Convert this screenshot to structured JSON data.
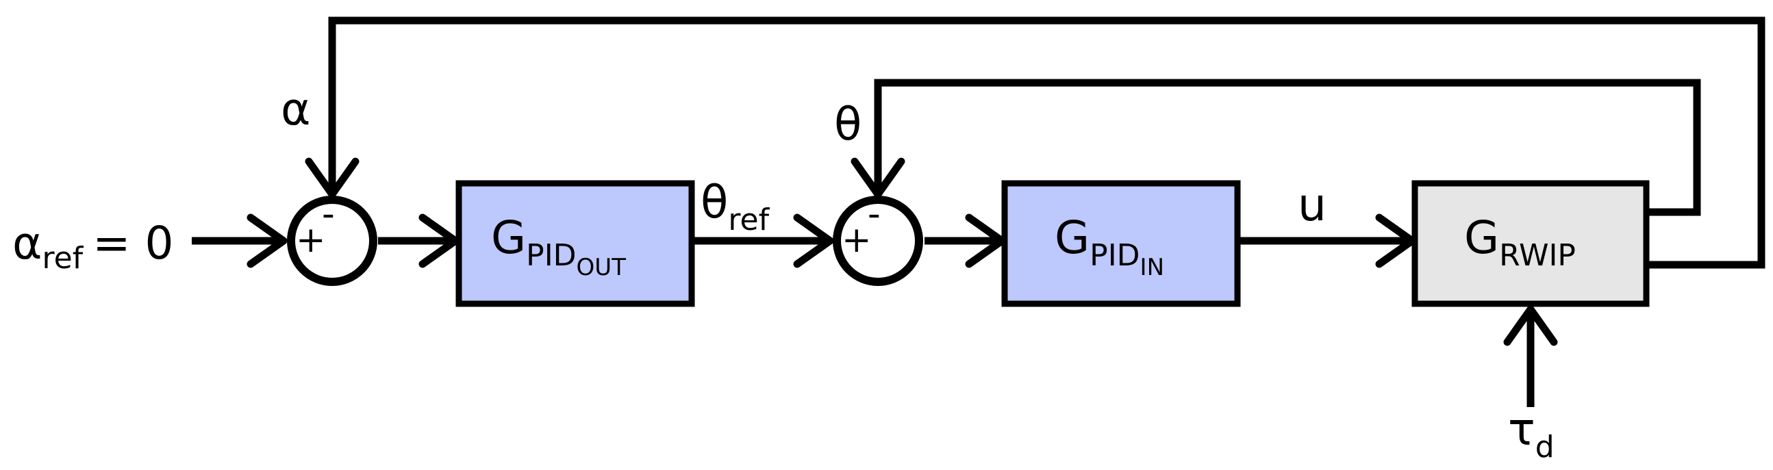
{
  "colors": {
    "pid_block_fill": "#bdc8fd",
    "plant_block_fill": "#e6e6e6",
    "stroke": "#000000"
  },
  "input": {
    "symbol": "α",
    "subscript": "ref",
    "suffix": "= 0"
  },
  "summing_junctions": [
    {
      "plus_sign": "+",
      "minus_sign": "-"
    },
    {
      "plus_sign": "+",
      "minus_sign": "-"
    }
  ],
  "blocks": {
    "pid_out": {
      "main": "G",
      "sub": "PID",
      "subsub": "OUT"
    },
    "pid_in": {
      "main": "G",
      "sub": "PID",
      "subsub": "IN"
    },
    "plant": {
      "main": "G",
      "sub": "RWIP"
    }
  },
  "signals": {
    "theta_ref": {
      "symbol": "θ",
      "subscript": "ref"
    },
    "u": {
      "symbol": "u"
    },
    "alpha_feedback": {
      "symbol": "α"
    },
    "theta_feedback": {
      "symbol": "θ"
    },
    "disturbance": {
      "symbol": "τ",
      "subscript": "d"
    }
  }
}
